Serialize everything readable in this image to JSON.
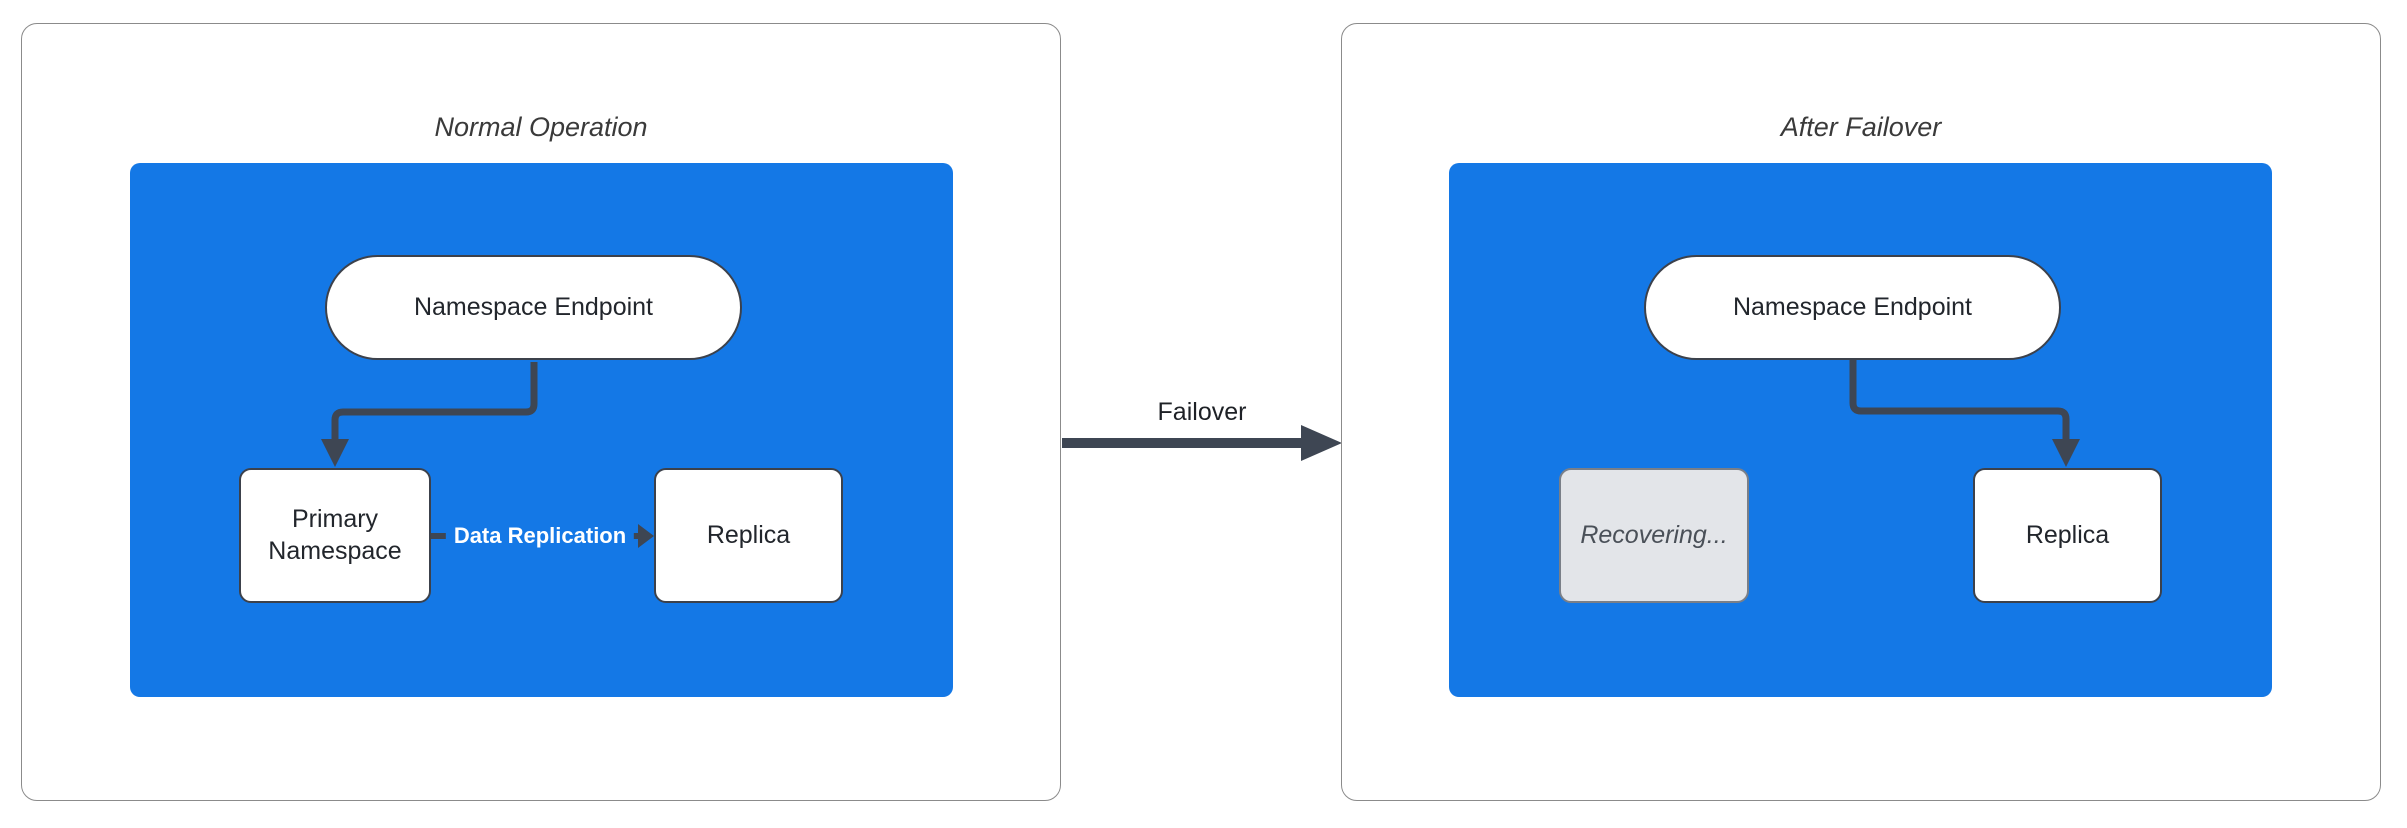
{
  "colors": {
    "cluster_fill": "#1478E6",
    "node_border": "#3C414B",
    "arrow": "#3E4653",
    "recovering_fill": "#E3E5E9",
    "recovering_text": "#4A5058",
    "panel_border": "#8B8B8B",
    "edge_label_text": "#FFFFFF"
  },
  "left_panel": {
    "title": "Normal Operation",
    "nodes": {
      "endpoint": "Namespace Endpoint",
      "primary": "Primary Namespace",
      "replica": "Replica"
    },
    "edge_label": "Data Replication"
  },
  "failover": {
    "label": "Failover"
  },
  "right_panel": {
    "title": "After Failover",
    "nodes": {
      "endpoint": "Namespace Endpoint",
      "recovering": "Recovering...",
      "replica": "Replica"
    }
  }
}
